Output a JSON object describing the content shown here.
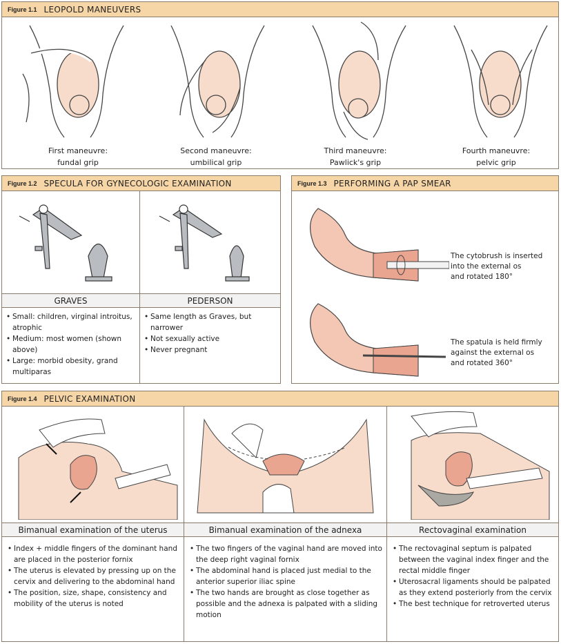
{
  "fig1": {
    "num": "Figure 1.1",
    "title": "LEOPOLD MANEUVERS",
    "captions": [
      [
        "First maneuvre:",
        "fundal grip"
      ],
      [
        "Second maneuvre:",
        "umbilical grip"
      ],
      [
        "Third maneuvre:",
        "Pawlick's grip"
      ],
      [
        "Fourth maneuvre:",
        "pelvic grip"
      ]
    ]
  },
  "fig2": {
    "num": "Figure 1.2",
    "title": "SPECULA FOR GYNECOLOGIC EXAMINATION",
    "graves": {
      "name": "GRAVES",
      "bullets": [
        "Small: children, virginal introitus, atrophic",
        "Medium: most women (shown above)",
        "Large: morbid obesity, grand multiparas"
      ]
    },
    "pederson": {
      "name": "PEDERSON",
      "bullets": [
        "Same length as Graves, but narrower",
        "Not sexually active",
        "Never pregnant"
      ]
    }
  },
  "fig3": {
    "num": "Figure 1.3",
    "title": "PERFORMING A PAP SMEAR",
    "label1": [
      "The cytobrush is inserted",
      "into the external os",
      "and rotated 180°"
    ],
    "label2": [
      "The spatula is held firmly",
      "against the external os",
      "and rotated 360°"
    ]
  },
  "fig4": {
    "num": "Figure 1.4",
    "title": "PELVIC EXAMINATION",
    "cols": [
      {
        "heading": "Bimanual examination of the uterus",
        "bullets": [
          "Index + middle fingers of the dominant hand are placed in the posterior fornix",
          "The uterus is elevated by pressing up on the cervix and delivering to the abdominal hand",
          "The position, size, shape, consistency and mobility of the uterus is noted"
        ]
      },
      {
        "heading": "Bimanual examination of the adnexa",
        "bullets": [
          "The two fingers of the vaginal hand are moved into the deep right vaginal fornix",
          "The abdominal hand is placed just medial to the anterior superior iliac spine",
          "The two hands are brought as close together as possible and the adnexa is palpated with a sliding motion"
        ]
      },
      {
        "heading": "Rectovaginal examination",
        "bullets": [
          "The rectovaginal septum is palpated between the vaginal index finger and the rectal middle finger",
          "Uterosacral ligaments should be palpated as they extend posteriorly from the cervix",
          "The best technique for retroverted uterus"
        ]
      }
    ]
  },
  "colors": {
    "header_bg": "#f6d5a6",
    "skin": "#f7dccb",
    "tissue": "#e9a58f",
    "border": "#8a7a6a"
  }
}
